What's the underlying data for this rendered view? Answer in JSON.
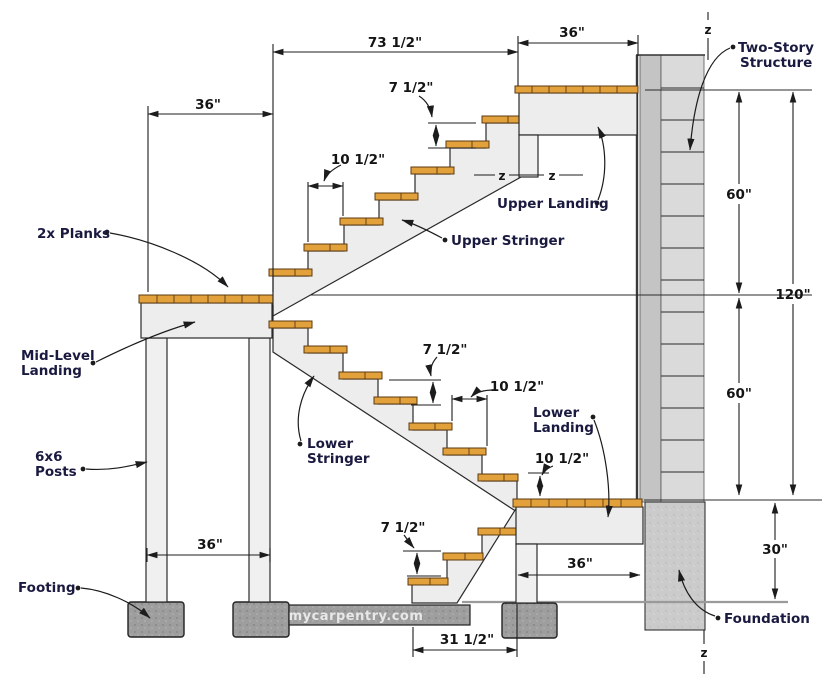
{
  "watermark": "mycarpentry.com",
  "annotations": {
    "two_story_line1": "Two-Story",
    "two_story_line2": "Structure",
    "upper_landing": "Upper Landing",
    "upper_stringer": "Upper Stringer",
    "planks": "2x Planks",
    "mid_landing_line1": "Mid-Level",
    "mid_landing_line2": "Landing",
    "posts_line1": "6x6",
    "posts_line2": "Posts",
    "footing": "Footing",
    "lower_stringer_line1": "Lower",
    "lower_stringer_line2": "Stringer",
    "lower_landing_line1": "Lower",
    "lower_landing_line2": "Landing",
    "foundation": "Foundation"
  },
  "dimensions": {
    "upper_run": "73 1/2\"",
    "upper_landing_width": "36\"",
    "mid_landing_width": "36\"",
    "upper_riser": "7 1/2\"",
    "upper_tread": "10 1/2\"",
    "lower_riser": "7 1/2\"",
    "lower_tread": "10 1/2\"",
    "lower_last_rise": "10 1/2\"",
    "bottom_riser": "7 1/2\"",
    "post_spacing": "36\"",
    "lower_landing_width": "36\"",
    "bottom_run": "31 1/2\"",
    "upper_height": "60\"",
    "lower_height": "60\"",
    "total_height": "120\"",
    "foundation_depth": "30\""
  },
  "section_mark": {
    "label": "z"
  },
  "colors": {
    "tread": "#e2a13b",
    "tread_edge": "#5c3a12",
    "structure": "#ededed",
    "footing_concrete": "#9e9e9e",
    "foundation_concrete": "#cbcbcb",
    "wall_sheathing": "#c4c4c4",
    "wall_siding": "#dadada",
    "annotation_text": "#1a1a40",
    "dimension_text": "#141414",
    "watermark_text": "#e8e8e8"
  }
}
